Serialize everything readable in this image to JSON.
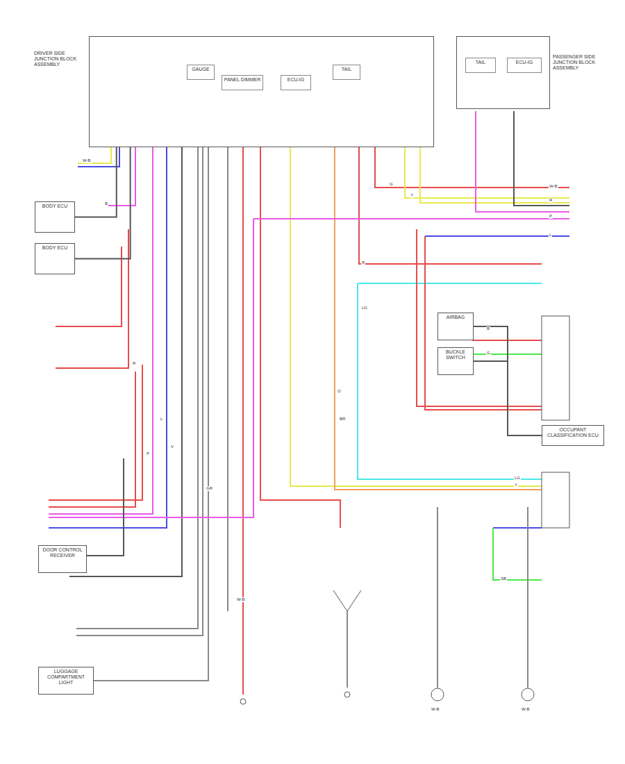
{
  "diagram": {
    "nodes": [
      {
        "text": [
          "DRIVER SIDE JUNCTION BLOCK ASSEMBLY"
        ]
      },
      {
        "text": [
          "GAUGE"
        ],
        "in": 0
      },
      {
        "text": [
          "PANEL DIMMER"
        ],
        "in": 0
      },
      {
        "text": [
          "ECU-IG"
        ],
        "in": 0
      },
      {
        "text": [
          "TAIL"
        ],
        "in": 0
      },
      {
        "text": [
          "PASSENGER SIDE JUNCTION BLOCK ASSEMBLY"
        ]
      },
      {
        "text": [
          "TAIL"
        ],
        "in": 5
      },
      {
        "text": [
          "ECU-IG"
        ],
        "in": 5
      },
      {
        "text": [
          "BODY ECU"
        ]
      },
      {
        "text": [
          "BODY ECU"
        ]
      },
      {
        "text": [
          "AIRBAG"
        ]
      },
      {
        "text": [
          "BUCKLE SWITCH"
        ]
      },
      {
        "text": [
          "OCCUPANT CLASSIFICATION ECU"
        ]
      },
      {
        "text": [
          "DOOR CONTROL RECEIVER"
        ]
      },
      {
        "text": [
          "LUGGAGE COMPARTMENT LIGHT"
        ]
      }
    ],
    "edges": [
      {
        "from": 8,
        "to": 0,
        "arrow": "none"
      },
      {
        "from": 9,
        "to": 0,
        "arrow": "none"
      },
      {
        "from": 10,
        "to": 12,
        "arrow": "none"
      },
      {
        "from": 11,
        "to": 12,
        "arrow": "none"
      }
    ],
    "labels": [
      "W-B",
      "B",
      "R",
      "L",
      "P",
      "G",
      "Y",
      "GR",
      "LG",
      "BR",
      "V",
      "O",
      "W-B",
      "R",
      "P",
      "L",
      "Y",
      "LG",
      "R",
      "W-B",
      "B",
      "G",
      "SB",
      "W-B",
      "W-B"
    ]
  }
}
